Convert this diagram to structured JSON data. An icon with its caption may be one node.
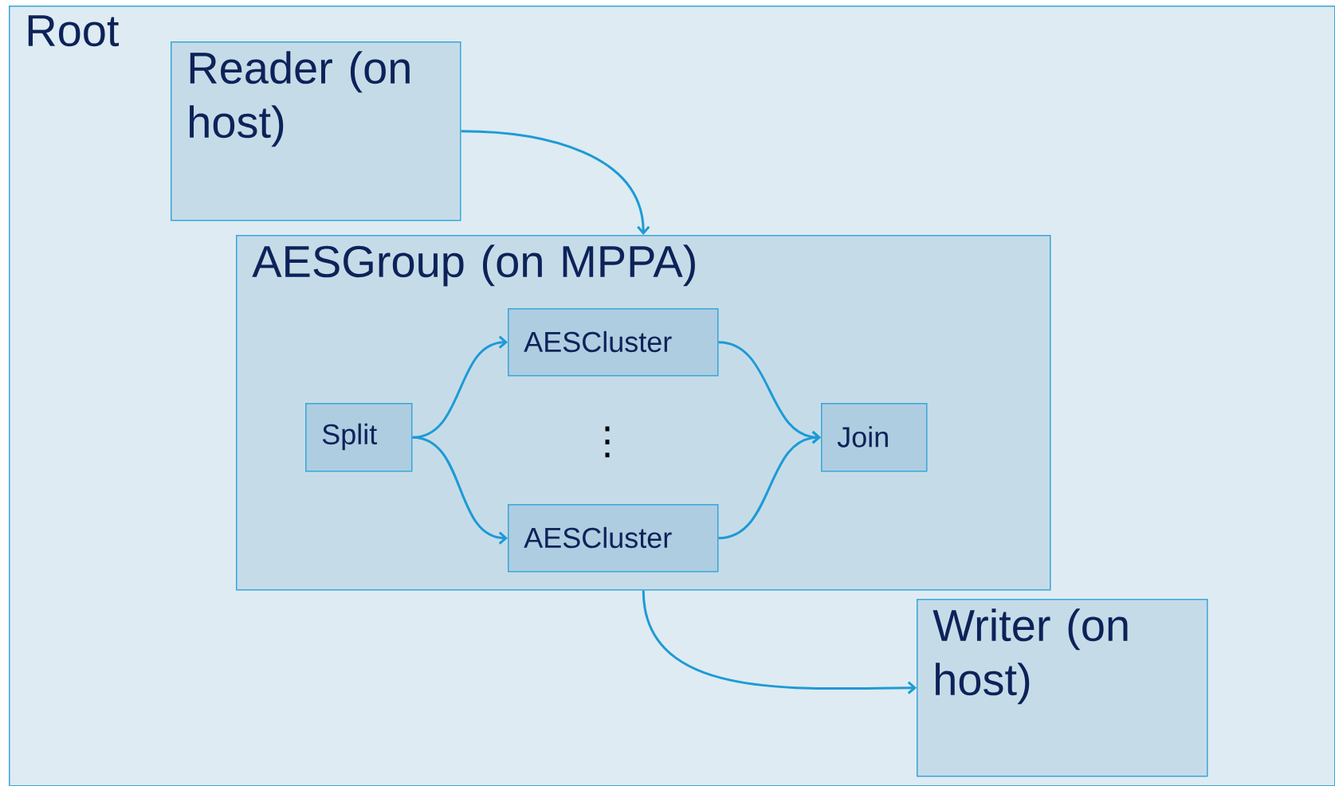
{
  "diagram": {
    "nodes": [
      {
        "text": [
          "Root"
        ]
      },
      {
        "text": [
          "Reader (on host)"
        ],
        "in": 0
      },
      {
        "text": [
          "AESGroup (on MPPA)"
        ],
        "in": 0
      },
      {
        "text": [
          "AESCluster"
        ],
        "in": 2
      },
      {
        "text": [
          "Split"
        ],
        "in": 2
      },
      {
        "text": [
          "Join"
        ],
        "in": 2
      },
      {
        "text": [
          "AESCluster"
        ],
        "in": 2
      },
      {
        "text": [
          "Writer (on host)"
        ],
        "in": 0
      }
    ],
    "edges": [
      {
        "from": 1,
        "to": 2,
        "arrow": "to"
      },
      {
        "from": 4,
        "to": 3,
        "arrow": "to"
      },
      {
        "from": 4,
        "to": 6,
        "arrow": "to"
      },
      {
        "from": 3,
        "to": 5,
        "arrow": "to"
      },
      {
        "from": 6,
        "to": 5,
        "arrow": "to"
      },
      {
        "from": 2,
        "to": 7,
        "arrow": "to"
      }
    ],
    "labels": [
      "⋮"
    ]
  }
}
